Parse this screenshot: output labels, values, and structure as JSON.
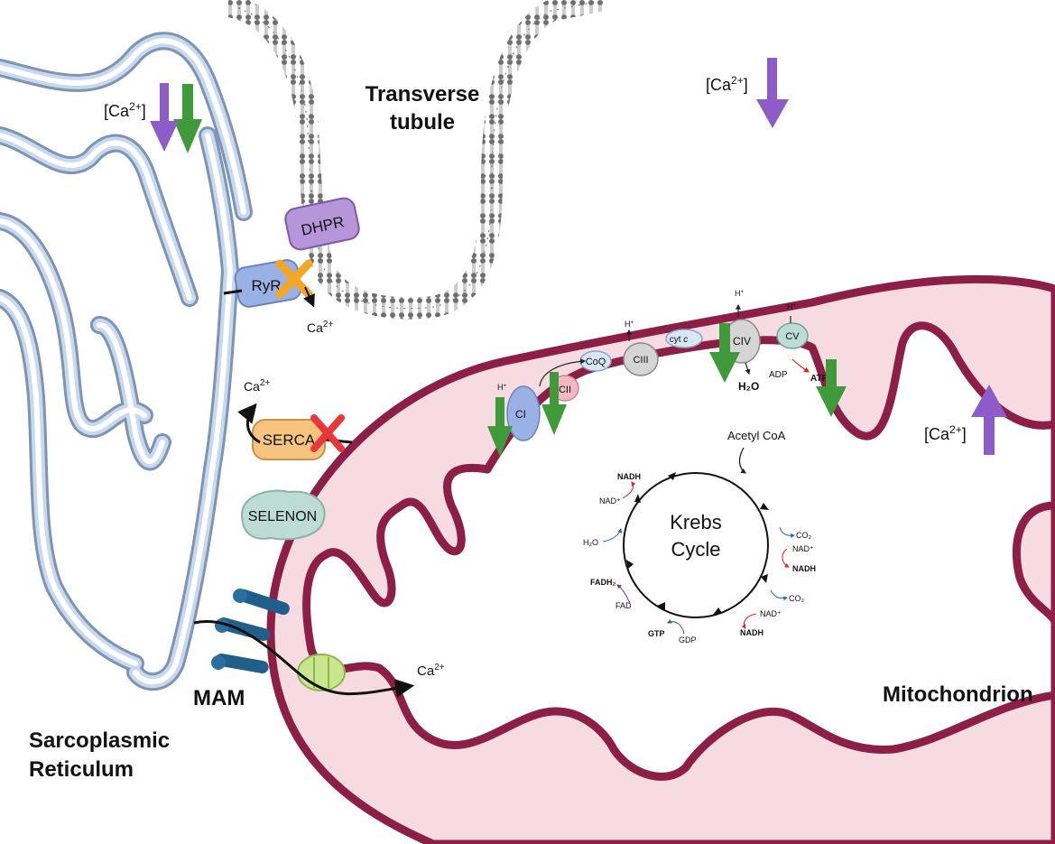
{
  "labels": {
    "t_tubule": [
      "Transverse",
      "tubule"
    ],
    "sarcoplasmic_reticulum": [
      "Sarcoplasmic",
      "Reticulum"
    ],
    "mitochondrion": "Mitochondrion",
    "mam": "MAM"
  },
  "calcium": {
    "bracket_open": "[Ca",
    "superscript": "2+",
    "bracket_close": "]",
    "ion": "Ca",
    "ion_sup": "2+"
  },
  "proteins": {
    "dhpr": "DHPR",
    "ryr": "RyR",
    "serca": "SERCA",
    "selenon": "SELENON"
  },
  "etc": {
    "ci": "CI",
    "cii": "CII",
    "coq": "CoQ",
    "ciii": "CIII",
    "cytc": "cyt",
    "cytc_italic": "c",
    "civ": "CIV",
    "cv": "CV",
    "h_plus": "H",
    "h_sup": "+",
    "h2o": "H₂O",
    "adp": "ADP",
    "atp": "ATP"
  },
  "krebs": {
    "title_line1": "Krebs",
    "title_line2": "Cycle",
    "acetyl_coa": "Acetyl CoA",
    "nadh": "NADH",
    "nad": "NAD⁺",
    "co2": "CO₂",
    "h2o": "H₂O",
    "fadh2": "FADH₂",
    "fad": "FAD",
    "gtp": "GTP",
    "gdp": "GDP"
  },
  "colors": {
    "sr": "#b9cce4",
    "sr_stroke": "#7d94b4",
    "mito_outer": "#8d1f47",
    "mito_fill": "#f7dbe2",
    "down_green": "#3f9a3a",
    "purple": "#8e5cc8",
    "dhpr": "#b696d8",
    "ryr": "#9ab1e6",
    "serca": "#f6c47e",
    "selenon": "#bddcd3",
    "x_orange": "#f5a623",
    "x_red": "#e8363a",
    "mam_blue": "#1f5f8a",
    "channel_green": "#c8e68d"
  }
}
